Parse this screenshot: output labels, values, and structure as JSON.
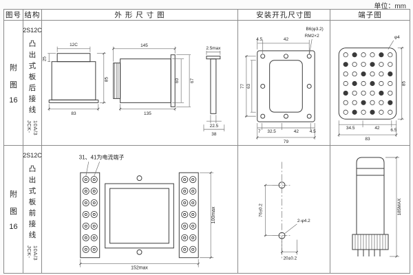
{
  "page": {
    "unit_label": "单位：mm"
  },
  "table": {
    "headers": {
      "fig_no": "图号",
      "structure": "结构",
      "outline": "外 形 尺 寸 图",
      "mounting": "安装开孔尺寸图",
      "terminal": "端子图"
    },
    "rows": [
      {
        "fig_no_chars": [
          "附",
          "图",
          "16"
        ],
        "model": "2S12C",
        "structure_chars": [
          "凸",
          "出",
          "式",
          "板",
          "后",
          "接",
          "线"
        ],
        "type_code": "JCK-10A/3",
        "outline": {
          "front_top": "12C",
          "front_left": "25",
          "front_right": "85",
          "front_bottom": "83",
          "side_top": "145",
          "side_bottom": "135",
          "side_h1": "60",
          "side_h2": "67",
          "panel_top": "2.5max",
          "panel_b1": "22.5",
          "panel_b2": "38"
        },
        "mounting": {
          "t1": "4.5",
          "t2": "42",
          "hole_note": "B6(φ3.2)",
          "thread_note": "RM2×2",
          "l1": "77",
          "l2": "63",
          "b1": "7",
          "b2": "32.5",
          "b3": "42",
          "b4": "4.5",
          "b_total": "79"
        },
        "terminal": {
          "hole_note": "φ4",
          "b1": "34.5",
          "b2": "42",
          "b3": "6.5",
          "b_total": "83",
          "right": "85"
        }
      },
      {
        "fig_no_chars": [
          "附",
          "图",
          "16"
        ],
        "model": "2S12C",
        "structure_chars": [
          "凸",
          "出",
          "式",
          "板",
          "前",
          "接",
          "线"
        ],
        "type_code": "JCK-10A/3",
        "outline": {
          "note": "31、41为电流端子",
          "width": "152max",
          "height": "100max"
        },
        "mounting": {
          "v_dim": "76±0.2",
          "holes_note": "2-φ4.2",
          "h_dim": "20±0.2"
        },
        "terminal": {
          "height": "185MAX"
        }
      }
    ]
  }
}
